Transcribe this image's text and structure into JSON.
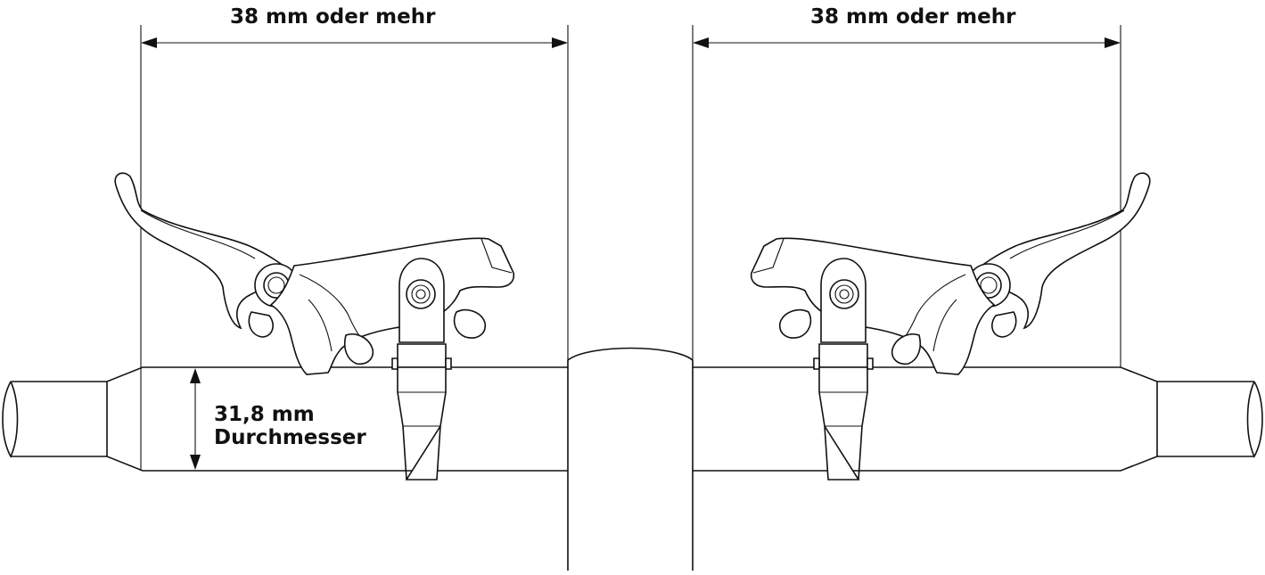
{
  "labels": {
    "dim_left": "38 mm oder mehr",
    "dim_right": "38 mm oder mehr",
    "diameter_value": "31,8 mm",
    "diameter_caption": "Durchmesser"
  },
  "colors": {
    "line": "#111111",
    "background": "#ffffff"
  }
}
